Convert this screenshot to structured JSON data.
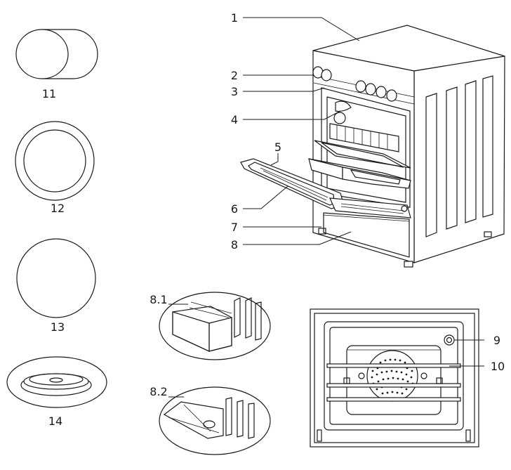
{
  "labels": {
    "l1": "1",
    "l2": "2",
    "l3": "3",
    "l4": "4",
    "l5": "5",
    "l6": "6",
    "l7": "7",
    "l8": "8",
    "l9": "9",
    "l10": "10",
    "l11": "11",
    "l12": "12",
    "l13": "13",
    "l14": "14",
    "l81": "8.1",
    "l82": "8.2"
  },
  "colors": {
    "line": "#1a1a1a",
    "background": "#ffffff"
  }
}
